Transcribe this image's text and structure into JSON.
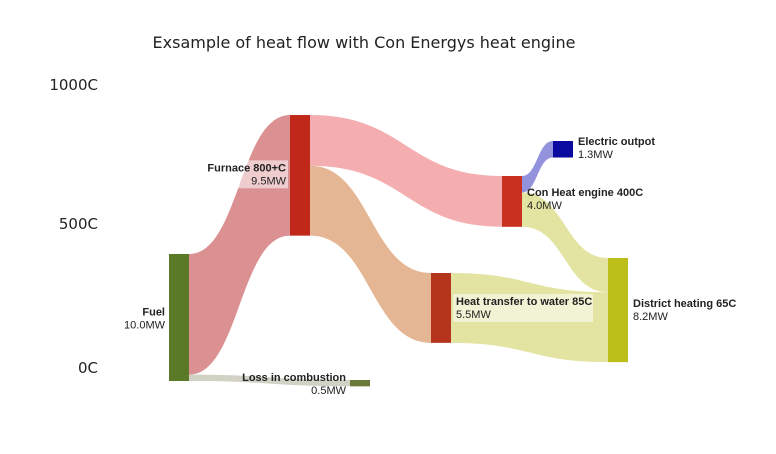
{
  "chart_data": {
    "type": "sankey",
    "title": "Exsample of heat flow with Con Energys  heat engine",
    "y_axis_labels": [
      "1000C",
      "500C",
      "0C"
    ],
    "unit": "MW",
    "nodes": [
      {
        "id": "fuel",
        "name": "Fuel",
        "value": 10.0,
        "value_label": "10.0MW",
        "color": "#5a7a28"
      },
      {
        "id": "furnace",
        "name": "Furnace 800+C",
        "value": 9.5,
        "value_label": "9.5MW",
        "color": "#c0291a"
      },
      {
        "id": "loss",
        "name": "Loss in combustion",
        "value": 0.5,
        "value_label": "0.5MW",
        "color": "#6b7a3a"
      },
      {
        "id": "con",
        "name": "Con Heat engine 400C",
        "value": 4.0,
        "value_label": "4.0MW",
        "color": "#c9301e"
      },
      {
        "id": "heat",
        "name": "Heat transfer to water 85C",
        "value": 5.5,
        "value_label": "5.5MW",
        "color": "#b5341c"
      },
      {
        "id": "electric",
        "name": "Electric outpot",
        "value": 1.3,
        "value_label": "1.3MW",
        "color": "#0a0aa0"
      },
      {
        "id": "district",
        "name": "District heating 65C",
        "value": 8.2,
        "value_label": "8.2MW",
        "color": "#bcbf1a"
      }
    ],
    "links": [
      {
        "source": "fuel",
        "target": "furnace",
        "value": 9.5,
        "color": "#d98a8c"
      },
      {
        "source": "fuel",
        "target": "loss",
        "value": 0.5,
        "color": "#cfcfc2"
      },
      {
        "source": "furnace",
        "target": "con",
        "value": 4.0,
        "color": "#f3aaac"
      },
      {
        "source": "furnace",
        "target": "heat",
        "value": 5.5,
        "color": "#e4b28e"
      },
      {
        "source": "con",
        "target": "electric",
        "value": 1.3,
        "color": "#8d8ddb"
      },
      {
        "source": "con",
        "target": "district",
        "value": 2.7,
        "color": "#e2e39c"
      },
      {
        "source": "heat",
        "target": "district",
        "value": 5.5,
        "color": "#e2e39c"
      }
    ]
  }
}
